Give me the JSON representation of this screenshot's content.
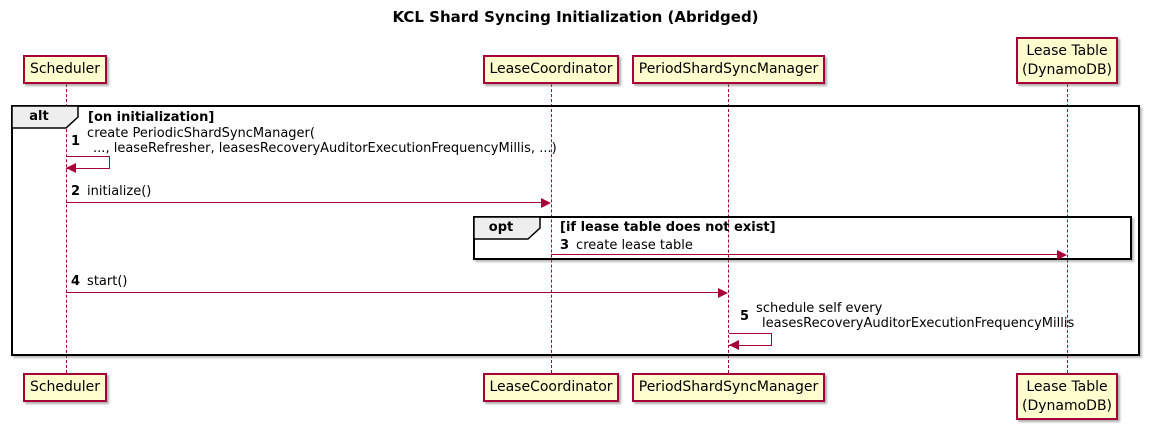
{
  "diagram": {
    "type": "sequence",
    "title": "KCL Shard Syncing Initialization (Abridged)"
  },
  "colors": {
    "arrow_and_lifeline": "#A80036",
    "participant_fill": "#FEFECE",
    "participant_border": "#A80036",
    "fragment_border": "#000000",
    "fragment_label_fill": "#EEEEEE",
    "background": "#FFFFFF"
  },
  "participants": [
    {
      "id": "scheduler",
      "lines": [
        "Scheduler"
      ]
    },
    {
      "id": "lease-coordinator",
      "lines": [
        "LeaseCoordinator"
      ]
    },
    {
      "id": "period-shard-sync-manager",
      "lines": [
        "PeriodShardSyncManager"
      ]
    },
    {
      "id": "lease-table",
      "lines": [
        "Lease Table",
        "(DynamoDB)"
      ]
    }
  ],
  "fragments": [
    {
      "operator": "alt",
      "guard": "[on initialization]"
    },
    {
      "operator": "opt",
      "guard": "[if lease table does not exist]"
    }
  ],
  "messages": [
    {
      "num": "1",
      "from": "Scheduler",
      "to": "Scheduler",
      "lines": [
        "create PeriodicShardSyncManager(",
        "..., leaseRefresher, leasesRecoveryAuditorExecutionFrequencyMillis, ...)"
      ]
    },
    {
      "num": "2",
      "from": "Scheduler",
      "to": "LeaseCoordinator",
      "lines": [
        "initialize()"
      ]
    },
    {
      "num": "3",
      "from": "LeaseCoordinator",
      "to": "Lease Table (DynamoDB)",
      "lines": [
        "create lease table"
      ]
    },
    {
      "num": "4",
      "from": "Scheduler",
      "to": "PeriodShardSyncManager",
      "lines": [
        "start()"
      ]
    },
    {
      "num": "5",
      "from": "PeriodShardSyncManager",
      "to": "PeriodShardSyncManager",
      "lines": [
        "schedule self every",
        "leasesRecoveryAuditorExecutionFrequencyMillis"
      ]
    }
  ]
}
